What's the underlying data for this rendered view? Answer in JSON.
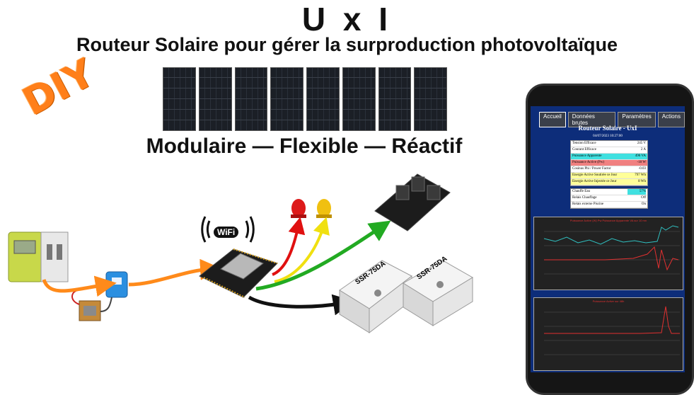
{
  "title": "U x I",
  "subtitle": "Routeur Solaire pour gérer la surproduction photovoltaïque",
  "tagline": "Modulaire — Flexible — Réactif",
  "badge": "DIY",
  "colors": {
    "orange_wire": "#ff8a1a",
    "red_wire": "#e01010",
    "yellow_wire": "#f0e010",
    "green_wire": "#22aa22",
    "black_wire": "#111111",
    "diy": "#ff7f1a"
  },
  "wifi_label": "WiFi",
  "ssr_labels": [
    "SSR-75DA",
    "SSR-75DA"
  ],
  "phone": {
    "tabs": [
      "Accueil",
      "Données brutes",
      "Paramètres",
      "Actions"
    ],
    "app_title": "Routeur Solaire - UxI",
    "date": "04/07/2023 10:27:00",
    "measures": [
      {
        "label": "Tension Efficace",
        "value": "245 V",
        "bg": "#ffffff"
      },
      {
        "label": "Courant Efficace",
        "value": "2 A",
        "bg": "#ffffff"
      },
      {
        "label": "Puissance Apparente",
        "value": "496 VA",
        "bg": "#40e0e0"
      },
      {
        "label": "Puissance Active (Pw)",
        "value": "-18 W",
        "bg": "#f08080"
      },
      {
        "label": "Cosinus Phi / Power Factor",
        "value": "-0.03",
        "bg": "#ffffff"
      },
      {
        "label": "Energie Active Soutirée ce Jour",
        "value": "797 Wh",
        "bg": "#ffff99"
      },
      {
        "label": "Energie Active Injectée ce Jour",
        "value": "8 Wh",
        "bg": "#ffff99"
      }
    ],
    "outputs": [
      {
        "label": "Chauffe Eau",
        "value": "57%"
      },
      {
        "label": "Relais Chauffage",
        "value": "Off"
      },
      {
        "label": "Relais externe Piscine",
        "value": "On"
      }
    ],
    "graph1_legend": "Puissance Active (W) Pw   Puissance Apparente VA sur 10 mn",
    "graph2_legend": "Puissance Active sur 48h"
  }
}
